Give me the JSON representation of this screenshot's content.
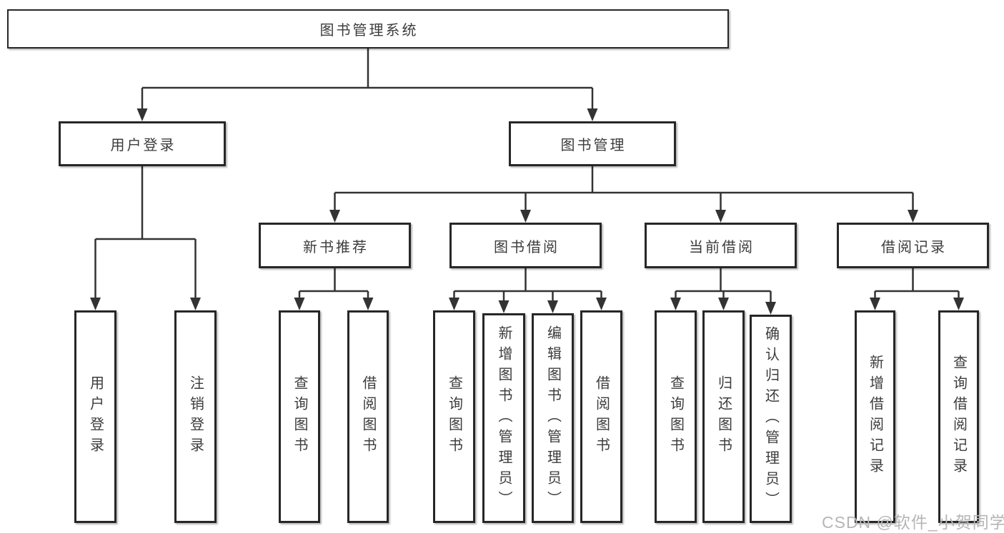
{
  "tree": {
    "label": "图书管理系统",
    "children": [
      {
        "label": "用户登录",
        "children": [
          {
            "label": "用户登录"
          },
          {
            "label": "注销登录"
          }
        ]
      },
      {
        "label": "图书管理",
        "children": [
          {
            "label": "新书推荐",
            "children": [
              {
                "label": "查询图书"
              },
              {
                "label": "借阅图书"
              }
            ]
          },
          {
            "label": "图书借阅",
            "children": [
              {
                "label": "查询图书"
              },
              {
                "label": "新增图书（管理员）"
              },
              {
                "label": "编辑图书（管理员）"
              },
              {
                "label": "借阅图书"
              }
            ]
          },
          {
            "label": "当前借阅",
            "children": [
              {
                "label": "查询图书"
              },
              {
                "label": "归还图书"
              },
              {
                "label": "确认归还（管理员）"
              }
            ]
          },
          {
            "label": "借阅记录",
            "children": [
              {
                "label": "新增借阅记录"
              },
              {
                "label": "查询借阅记录"
              }
            ]
          }
        ]
      }
    ]
  },
  "watermark": {
    "text": "CSDN @软件_小贺同学"
  },
  "colors": {
    "background": "#ffffff",
    "box_border": "#272727",
    "box_fill": "#ffffff",
    "text": "#3c3c3c",
    "connector": "#333333",
    "watermark": "#b6b6b6"
  }
}
